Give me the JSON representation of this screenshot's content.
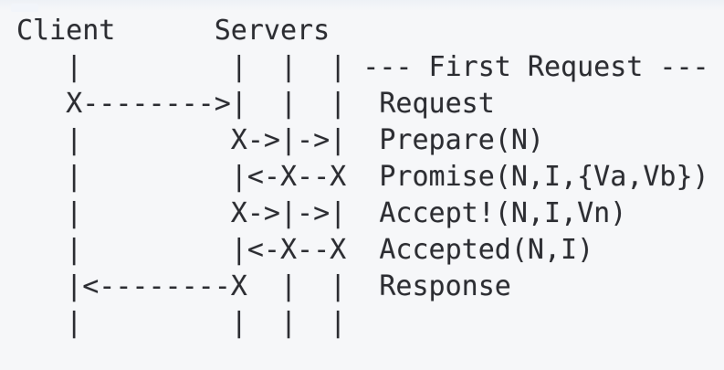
{
  "screen": {
    "background_color": "#f6f7f9",
    "text_color": "#2c2d32"
  },
  "diagram": {
    "type": "ascii-sequence-diagram",
    "actors": [
      "Client",
      "Servers"
    ],
    "phase_label": "--- First Request ---",
    "messages": [
      "Request",
      "Prepare(N)",
      "Promise(N,I,{Va,Vb})",
      "Accept!(N,I,Vn)",
      "Accepted(N,I)",
      "Response"
    ],
    "lines": [
      "Client      Servers",
      "   |         |  |  | --- First Request ---",
      "   X-------->|  |  |  Request",
      "   |         X->|->|  Prepare(N)",
      "   |         |<-X--X  Promise(N,I,{Va,Vb})",
      "   |         X->|->|  Accept!(N,I,Vn)",
      "   |         |<-X--X  Accepted(N,I)",
      "   |<--------X  |  |  Response",
      "   |         |  |  |"
    ]
  }
}
